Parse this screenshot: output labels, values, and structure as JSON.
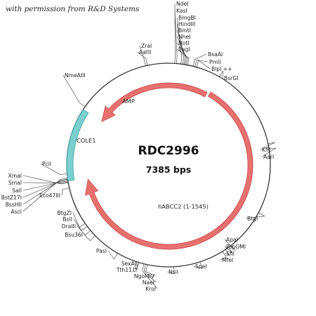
{
  "permission_note": "with permission from R&D Systems",
  "plasmid": {
    "name": "RDC2996",
    "size": "7385 bps"
  },
  "features": [
    {
      "name": "AMP",
      "color": "#e8706f"
    },
    {
      "name": "COLE1",
      "color": "#79d0cf"
    },
    {
      "name": "hABCC2 (1-1545)",
      "color": "#e8706f"
    }
  ],
  "sites": [
    {
      "label": "NdeI"
    },
    {
      "label": "KasI"
    },
    {
      "label": "BmgBI"
    },
    {
      "label": "HindIII"
    },
    {
      "label": "BmtI"
    },
    {
      "label": "NheI"
    },
    {
      "label": "NotI"
    },
    {
      "label": "EagI"
    },
    {
      "label": "BsaAI"
    },
    {
      "label": "PmlI"
    },
    {
      "label": "BlpI ++"
    },
    {
      "label": "BsrGI"
    },
    {
      "label": "KflI"
    },
    {
      "label": "AarI"
    },
    {
      "label": "BtgI"
    },
    {
      "label": "ApaI"
    },
    {
      "label": "PspOMI"
    },
    {
      "label": "SfiI"
    },
    {
      "label": "MfeI"
    },
    {
      "label": "SpeI"
    },
    {
      "label": "NsiI"
    },
    {
      "label": "NgoMIV"
    },
    {
      "label": "NaeI"
    },
    {
      "label": "KroI"
    },
    {
      "label": "SexAI"
    },
    {
      "label": "Tth111I"
    },
    {
      "label": "PasI"
    },
    {
      "label": "Bsu36I"
    },
    {
      "label": "DraIII"
    },
    {
      "label": "BclI"
    },
    {
      "label": "BtgZI"
    },
    {
      "label": "Eco47III"
    },
    {
      "label": "XmaI"
    },
    {
      "label": "SmaI"
    },
    {
      "label": "SalI"
    },
    {
      "label": "BstZ17I"
    },
    {
      "label": "BssHII"
    },
    {
      "label": "AscI"
    },
    {
      "label": "PciI"
    },
    {
      "label": "NmeAIII"
    },
    {
      "label": "ZraI"
    },
    {
      "label": "AatII"
    }
  ],
  "colors": {
    "backbone": "#333333",
    "site_line": "#333333"
  }
}
